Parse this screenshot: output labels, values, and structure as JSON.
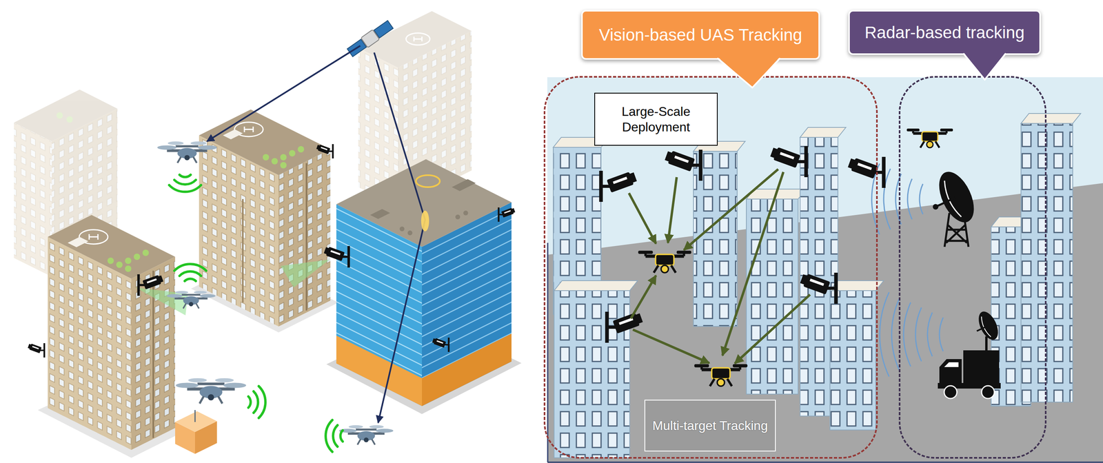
{
  "diagram": {
    "nodes": [
      {
        "text": [
          "Vision-based UAS Tracking"
        ]
      },
      {
        "text": [
          "Large-Scale Deployment"
        ],
        "in": 0
      },
      {
        "text": [
          "Multi-target Tracking"
        ],
        "in": 0
      },
      {
        "text": [
          "Radar-based tracking"
        ]
      }
    ]
  }
}
